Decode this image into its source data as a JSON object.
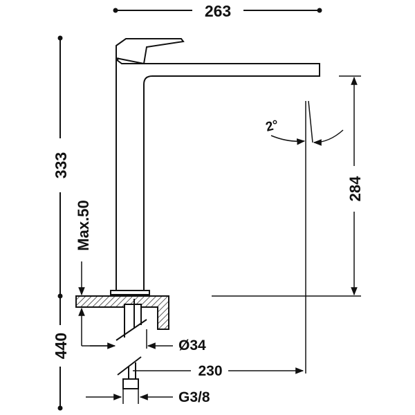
{
  "dimensions": {
    "overall_width": "263",
    "overall_height": "333",
    "spout_height": "284",
    "max_deck_thickness": "Max.50",
    "hose_length": "440",
    "hole_diameter": "Ø34",
    "spout_reach": "230",
    "connection_thread": "G3/8",
    "spout_angle": "2°"
  },
  "colors": {
    "ink": "#111111",
    "background": "#ffffff"
  }
}
